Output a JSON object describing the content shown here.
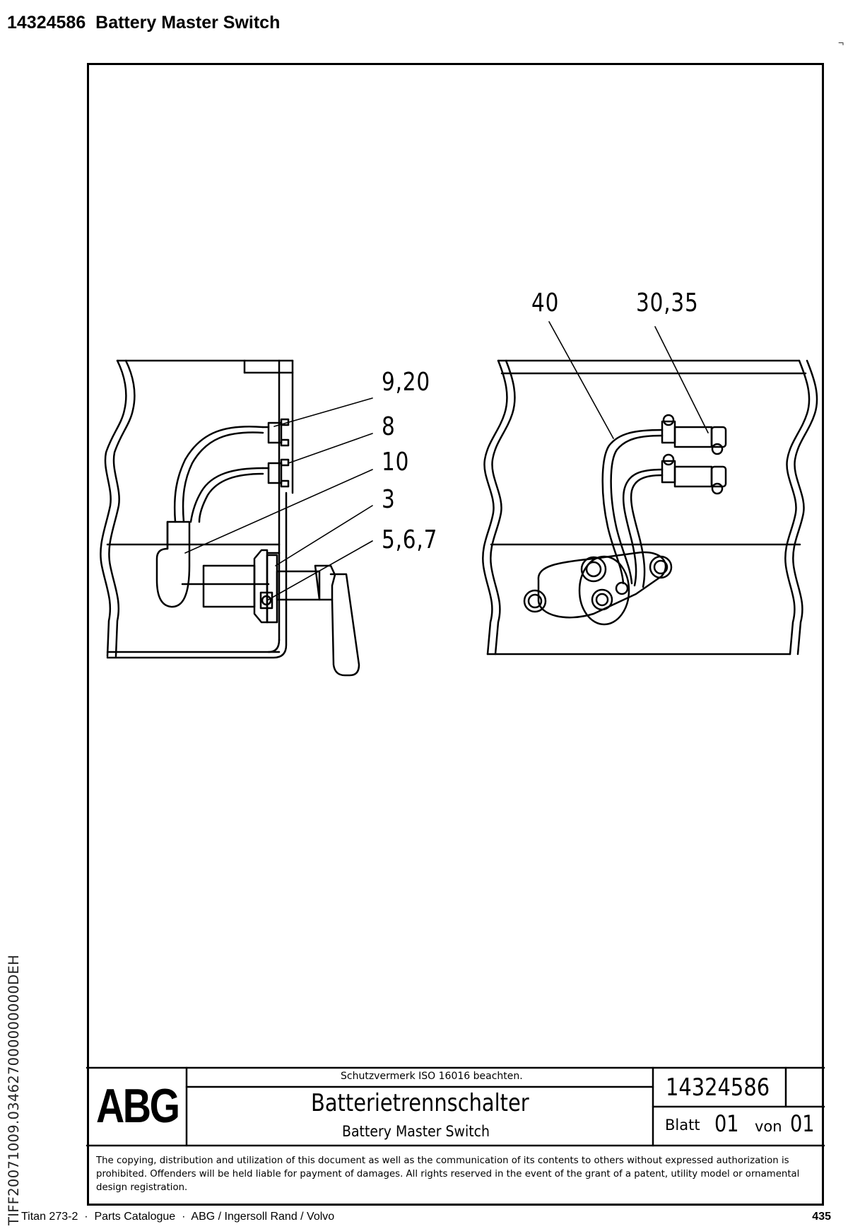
{
  "header": {
    "part_number": "14324586",
    "title": "Battery Master Switch"
  },
  "drawing": {
    "callouts": [
      "9,20",
      "8",
      "10",
      "3",
      "5,6,7",
      "40",
      "30,35"
    ]
  },
  "title_block": {
    "logo": "ABG",
    "protection_note": "Schutzvermerk ISO 16016 beachten.",
    "title_de": "Batterietrennschalter",
    "title_en": "Battery Master Switch",
    "drawing_number": "14324586",
    "sheet_label": "Blatt",
    "sheet_number": "01",
    "of_label": "von",
    "sheet_total": "01"
  },
  "copyright_notice": "The copying, distribution and utilization of this document as well as the communication of its contents to others without expressed authorization is prohibited. Offenders will be held liable for payment of damages. All rights reserved in the event of the grant of a patent, utility model or ornamental design registration.",
  "side_code": "TIFF20071009.034627000000000DEH",
  "footer": {
    "product": "Titan 273-2",
    "document": "Parts Catalogue",
    "manufacturer": "ABG / Ingersoll Rand / Volvo",
    "separator": "·",
    "page_number": "435"
  }
}
